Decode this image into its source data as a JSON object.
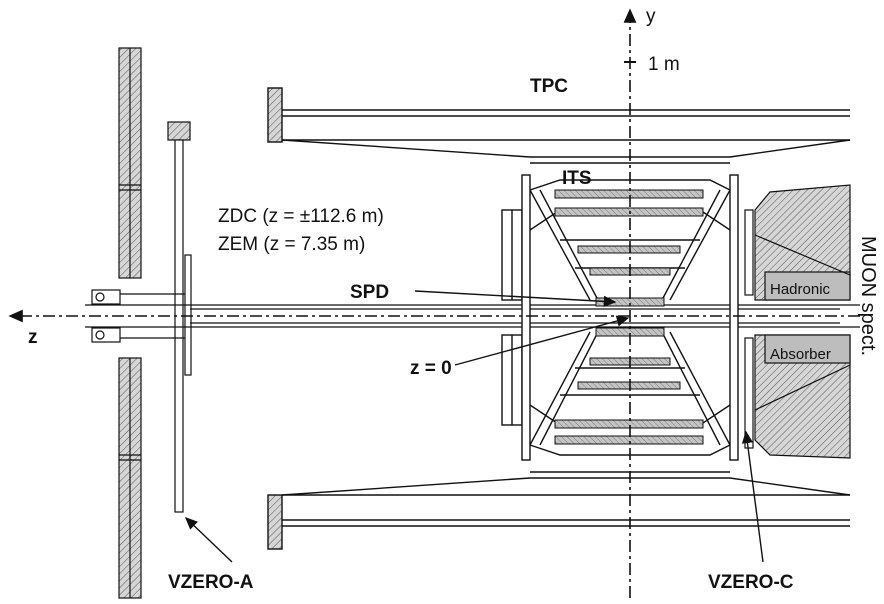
{
  "labels": {
    "y_axis": "y",
    "z_axis": "z",
    "scale": "1 m",
    "tpc": "TPC",
    "its": "ITS",
    "zdc": "ZDC (z = ±112.6 m)",
    "zem": "ZEM (z = 7.35 m)",
    "spd": "SPD",
    "z0": "z = 0",
    "hadronic": "Hadronic",
    "absorber": "Absorber",
    "muon": "MUON spect.",
    "vzero_a": "VZERO-A",
    "vzero_c": "VZERO-C"
  },
  "colors": {
    "ink": "#111111",
    "hatch_fill": "#c8c8c8",
    "detector_fill": "#d0d0d0",
    "absorber_fill": "#bdbdbd"
  }
}
